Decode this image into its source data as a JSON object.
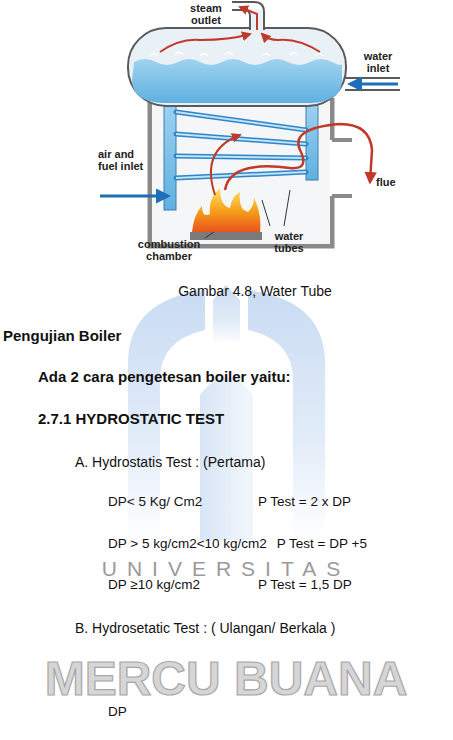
{
  "diagram": {
    "caption": "Gambar 4.8, Water Tube",
    "labels": [
      "steam outlet",
      "water inlet",
      "air and fuel inlet",
      "flue",
      "combustion chamber",
      "water tubes",
      "Pengujian Boiler",
      "Ada 2 cara pengetesan boiler yaitu:",
      "2.7.1 HYDROSTATIC TEST",
      "A. Hydrostatis Test : (Pertama)",
      "DP< 5 Kg/ Cm2",
      "P Test = 2 x DP",
      "DP > 5 kg/cm2<10 kg/cm2",
      "P Test = DP +5",
      "DP ≥10 kg/cm2",
      "P Test = 1,5 DP",
      "B. Hydrosetatic Test : ( Ulangan/ Berkala )",
      "DP",
      "UNIVERSITAS",
      "MERCU BUANA"
    ]
  }
}
